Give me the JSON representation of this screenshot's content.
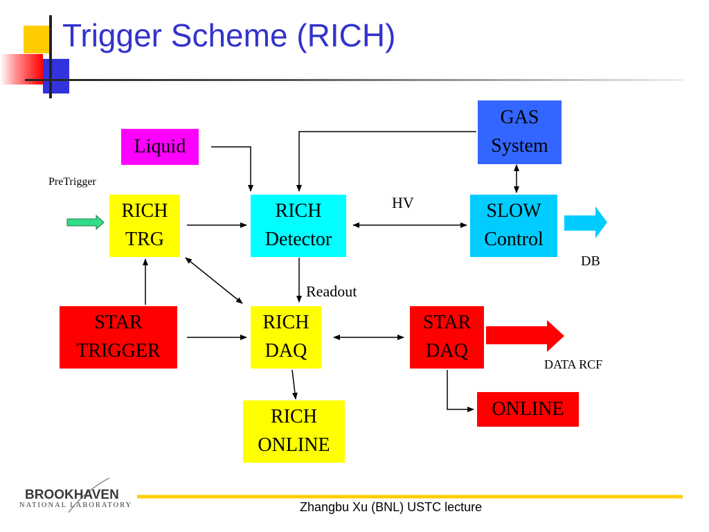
{
  "slide": {
    "title": "Trigger Scheme (RICH)",
    "footer": "Zhangbu Xu (BNL) USTC lecture"
  },
  "logo": {
    "name": "BROOKHAVEN",
    "subtitle": "NATIONAL LABORATORY"
  },
  "diagram": {
    "nodes": {
      "liquid": {
        "label": "Liquid",
        "color": "#ff00ff"
      },
      "gas_system": {
        "label": "GAS\nSystem",
        "color": "#3366ff"
      },
      "rich_trg": {
        "label": "RICH\nTRG",
        "color": "#ffff00"
      },
      "rich_detector": {
        "label": "RICH\nDetector",
        "color": "#00ffff"
      },
      "slow_control": {
        "label": "SLOW\nControl",
        "color": "#00ccff"
      },
      "star_trigger": {
        "label": "STAR\nTRIGGER",
        "color": "#ff0000"
      },
      "rich_daq": {
        "label": "RICH\nDAQ",
        "color": "#ffff00"
      },
      "star_daq": {
        "label": "STAR\nDAQ",
        "color": "#ff0000"
      },
      "rich_online": {
        "label": "RICH\nONLINE",
        "color": "#ffff00"
      },
      "online": {
        "label": "ONLINE",
        "color": "#ff0000"
      }
    },
    "labels": {
      "pretrigger": "PreTrigger",
      "hv": "HV",
      "db": "DB",
      "readout": "Readout",
      "data_rcf": "DATA RCF"
    },
    "accent_colors": {
      "pretrigger_arrow": "#33dd88",
      "db_arrow": "#00ccff",
      "data_arrow": "#ff0000",
      "title": "#3333cc",
      "footer_rule": "#ffcc00"
    }
  }
}
